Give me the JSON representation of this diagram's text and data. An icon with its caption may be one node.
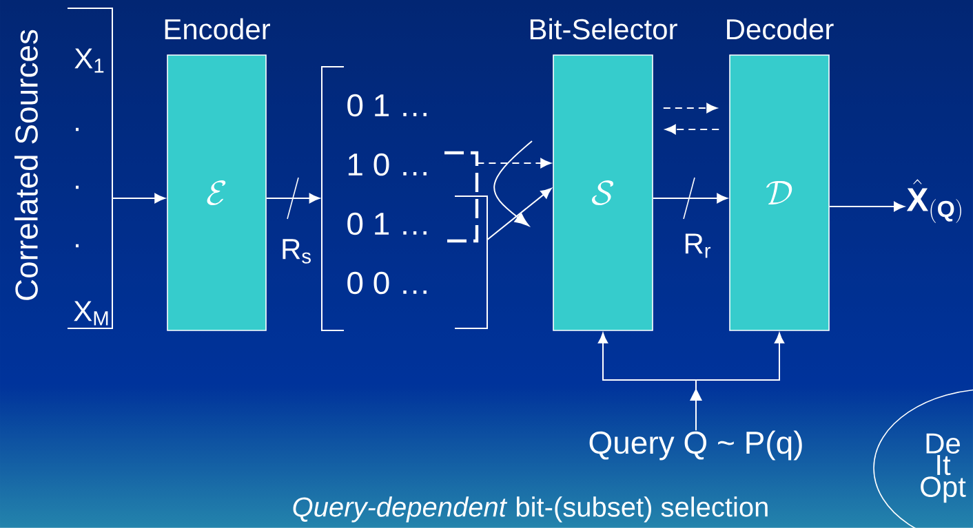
{
  "diagram": {
    "caption": "*Query-dependent* bit-(subset) selection",
    "nodes": [
      {
        "text": [
          "X$_{1}$",
          ".",
          ".",
          ".",
          "X$_{M}$"
        ],
        "beside": [
          "Correlated Sources"
        ]
      },
      {
        "text": [
          "Encoder",
          "\\mathcal{E}"
        ]
      },
      {
        "text": [
          "0 1 …",
          "1 0 …",
          "0 1 …",
          "0 0 …"
        ]
      },
      {
        "text": [],
        "shape": "bracket"
      },
      {
        "text": [],
        "shape": "bracket"
      },
      {
        "text": [
          "Bit-Selector",
          "\\mathcal{S}"
        ]
      },
      {
        "text": [
          "Decoder",
          "\\mathcal{D}"
        ]
      },
      {
        "text": [
          "\\hat{\\mathbf{X}}_{(\\mathbf{Q})}"
        ]
      },
      {
        "text": [
          "Query Q ~ P(q)"
        ]
      },
      {
        "text": [
          "De It Opt"
        ]
      }
    ],
    "edges": [
      {
        "from": 0,
        "to": 1,
        "arrow": "to"
      },
      {
        "from": 1,
        "to": 2,
        "arrow": "to",
        "label": "R$_{s}$"
      },
      {
        "from": 3,
        "to": 5,
        "arrow": "to",
        "style": "dashed"
      },
      {
        "from": 4,
        "to": 5,
        "arrow": "to"
      },
      {
        "from": 5,
        "to": 6,
        "arrow": "to",
        "style": "dashed"
      },
      {
        "from": 6,
        "to": 5,
        "arrow": "to",
        "style": "dashed"
      },
      {
        "from": 5,
        "to": 6,
        "arrow": "to",
        "label": "R$_{r}$"
      },
      {
        "from": 6,
        "to": 7,
        "arrow": "to"
      },
      {
        "from": 8,
        "to": 5,
        "arrow": "to"
      },
      {
        "from": 8,
        "to": 6,
        "arrow": "to"
      }
    ]
  }
}
